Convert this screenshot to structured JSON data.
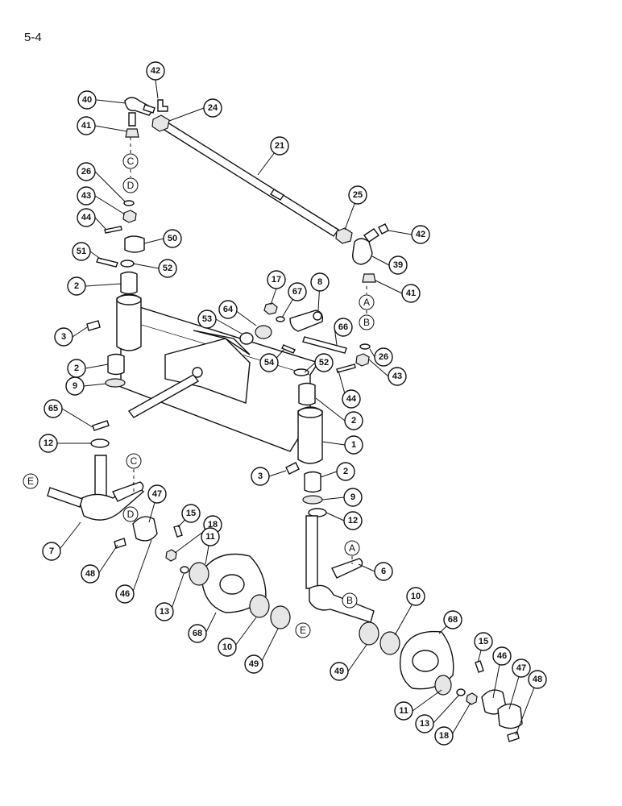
{
  "page_number": "5-4",
  "parts": [
    {
      "num": "42"
    },
    {
      "num": "40"
    },
    {
      "num": "24"
    },
    {
      "num": "41"
    },
    {
      "num": "21"
    },
    {
      "num": "26"
    },
    {
      "num": "43"
    },
    {
      "num": "44"
    },
    {
      "num": "25"
    },
    {
      "num": "42"
    },
    {
      "num": "50"
    },
    {
      "num": "51"
    },
    {
      "num": "52"
    },
    {
      "num": "39"
    },
    {
      "num": "2"
    },
    {
      "num": "17"
    },
    {
      "num": "67"
    },
    {
      "num": "8"
    },
    {
      "num": "41"
    },
    {
      "num": "64"
    },
    {
      "num": "53"
    },
    {
      "num": "3"
    },
    {
      "num": "66"
    },
    {
      "num": "26"
    },
    {
      "num": "2"
    },
    {
      "num": "54"
    },
    {
      "num": "52"
    },
    {
      "num": "43"
    },
    {
      "num": "9"
    },
    {
      "num": "44"
    },
    {
      "num": "65"
    },
    {
      "num": "2"
    },
    {
      "num": "12"
    },
    {
      "num": "1"
    },
    {
      "num": "3"
    },
    {
      "num": "2"
    },
    {
      "num": "47"
    },
    {
      "num": "9"
    },
    {
      "num": "15"
    },
    {
      "num": "12"
    },
    {
      "num": "18"
    },
    {
      "num": "11"
    },
    {
      "num": "7"
    },
    {
      "num": "48"
    },
    {
      "num": "6"
    },
    {
      "num": "46"
    },
    {
      "num": "13"
    },
    {
      "num": "10"
    },
    {
      "num": "68"
    },
    {
      "num": "68"
    },
    {
      "num": "10"
    },
    {
      "num": "15"
    },
    {
      "num": "49"
    },
    {
      "num": "46"
    },
    {
      "num": "47"
    },
    {
      "num": "49"
    },
    {
      "num": "48"
    },
    {
      "num": "11"
    },
    {
      "num": "13"
    },
    {
      "num": "18"
    }
  ],
  "refs": [
    {
      "letter": "C"
    },
    {
      "letter": "D"
    },
    {
      "letter": "A"
    },
    {
      "letter": "B"
    },
    {
      "letter": "C"
    },
    {
      "letter": "E"
    },
    {
      "letter": "D"
    },
    {
      "letter": "A"
    },
    {
      "letter": "B"
    },
    {
      "letter": "E"
    }
  ]
}
